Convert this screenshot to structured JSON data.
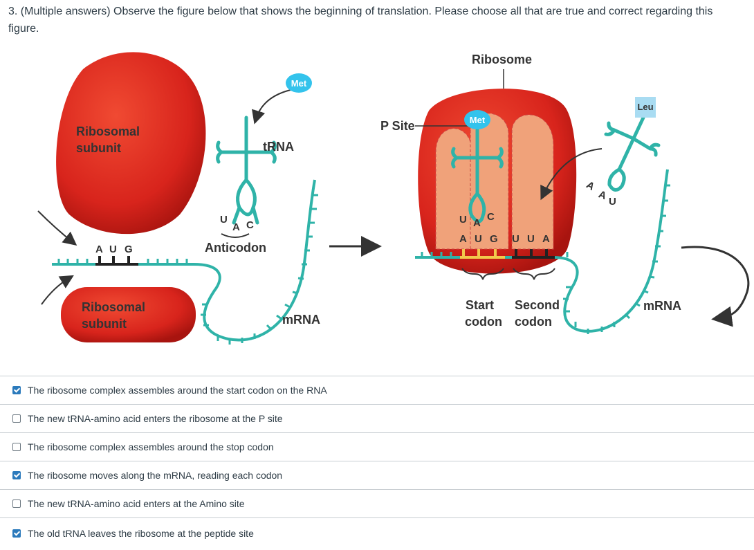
{
  "question": {
    "text": "3. (Multiple answers) Observe the figure below that shows the beginning of translation. Please choose all that are true and correct regarding this figure."
  },
  "figure": {
    "left": {
      "ribosomal_subunit_top": [
        "Ribosomal",
        "subunit"
      ],
      "ribosomal_subunit_bottom": [
        "Ribosomal",
        "subunit"
      ],
      "trna": "tRNA",
      "met": "Met",
      "anticodon": "Anticodon",
      "anticodon_bases": [
        "U",
        "A",
        "C"
      ],
      "codon_bases": [
        "A",
        "U",
        "G"
      ],
      "mrna": "mRNA"
    },
    "right": {
      "ribosome": "Ribosome",
      "p_site": "P Site",
      "met": "Met",
      "leu": "Leu",
      "anticodon_bases": [
        "U",
        "A",
        "C"
      ],
      "codon1_bases": [
        "A",
        "U",
        "G"
      ],
      "codon2_bases": [
        "U",
        "U",
        "A"
      ],
      "incoming_bases": [
        "A",
        "A",
        "U"
      ],
      "start_codon": [
        "Start",
        "codon"
      ],
      "second_codon": [
        "Second",
        "codon"
      ],
      "mrna": "mRNA"
    },
    "colors": {
      "ribosome": "#d8241c",
      "inner": "#f0a27a",
      "rna": "#2fb3a8",
      "met": "#33c3ec",
      "leu": "#a9dcf2"
    }
  },
  "answers": [
    {
      "label": "The ribosome complex assembles around the start codon on the RNA",
      "checked": true
    },
    {
      "label": "The new tRNA-amino acid enters the ribosome at the P site",
      "checked": false
    },
    {
      "label": "The ribosome complex assembles around the stop codon",
      "checked": false
    },
    {
      "label": "The ribosome moves along the mRNA, reading each codon",
      "checked": true
    },
    {
      "label": "The new tRNA-amino acid enters at the Amino site",
      "checked": false
    },
    {
      "label": "The old tRNA leaves the ribosome at the peptide site",
      "checked": true
    }
  ]
}
